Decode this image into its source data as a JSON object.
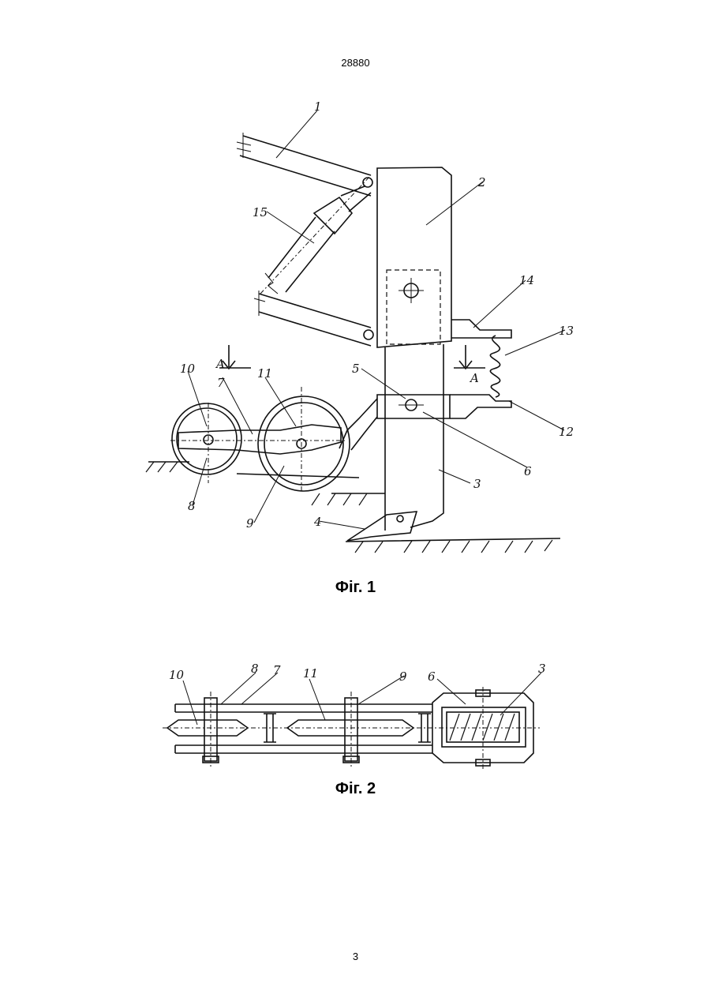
{
  "header": {
    "patent_number": "28880"
  },
  "figure1": {
    "caption": "Фіг. 1",
    "labels": {
      "l1": "1",
      "l2": "2",
      "l3": "3",
      "l4": "4",
      "l5": "5",
      "l6": "6",
      "l7": "7",
      "l8": "8",
      "l9": "9",
      "l10": "10",
      "l11": "11",
      "l12": "12",
      "l13": "13",
      "l14": "14",
      "l15": "15",
      "sectA1": "A",
      "sectA2": "A"
    }
  },
  "figure2": {
    "caption": "Фіг. 2",
    "labels": {
      "l10": "10",
      "l8": "8",
      "l7": "7",
      "l11": "11",
      "l9": "9",
      "l6": "6",
      "l3": "3"
    }
  },
  "footer": {
    "page": "3"
  }
}
